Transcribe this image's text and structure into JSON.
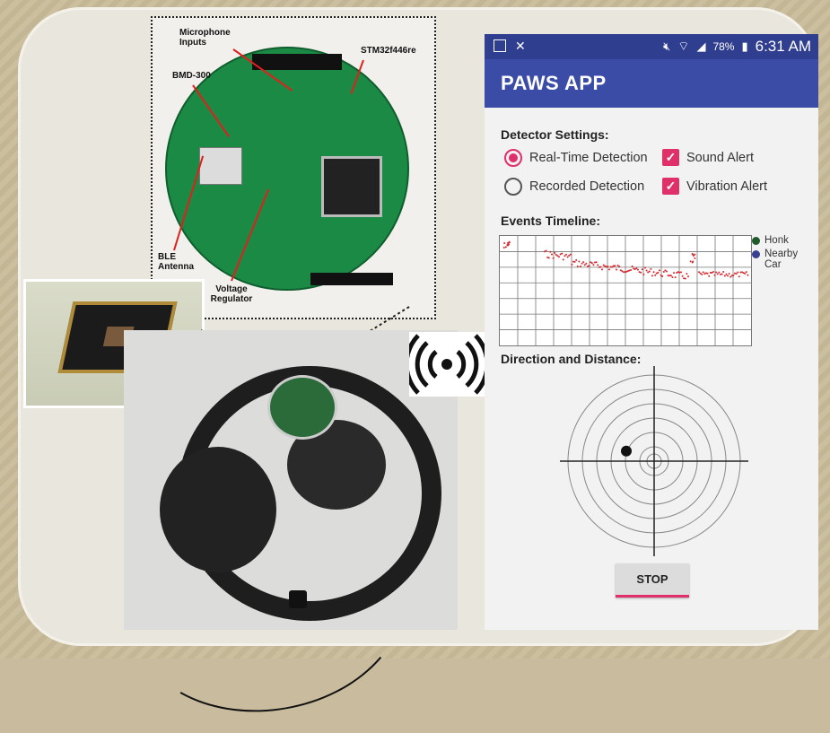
{
  "figure_labels": {
    "microphone_inputs": "Microphone Inputs",
    "stm": "STM32f446re",
    "bmd": "BMD-300",
    "ble": "BLE Antenna",
    "voltage": "Voltage Regulator"
  },
  "status_bar": {
    "battery": "78%",
    "time": "6:31 AM"
  },
  "app": {
    "title": "PAWS APP",
    "detector_settings": {
      "heading": "Detector Settings:",
      "realtime": {
        "label": "Real-Time Detection",
        "selected": true
      },
      "recorded": {
        "label": "Recorded Detection",
        "selected": false
      },
      "sound": {
        "label": "Sound Alert",
        "checked": true
      },
      "vibration": {
        "label": "Vibration Alert",
        "checked": true
      }
    },
    "timeline": {
      "heading": "Events Timeline:",
      "legend": [
        {
          "label": "Honk",
          "color": "#1f5a2a"
        },
        {
          "label": "Nearby Car",
          "color": "#3a3f8f"
        }
      ]
    },
    "direction": {
      "heading": "Direction and Distance:",
      "target": {
        "angle_deg": 200,
        "distance_fraction": 0.33
      }
    },
    "stop_label": "STOP"
  },
  "colors": {
    "accent": "#e0306a",
    "appbar": "#3b4ca6",
    "statusbar": "#2f3e8f",
    "pcb": "#1b8a45"
  },
  "icons": [
    "image-icon",
    "close-icon",
    "mute-icon",
    "wifi-icon",
    "signal-icon",
    "battery-icon",
    "wireless-signal-icon"
  ]
}
